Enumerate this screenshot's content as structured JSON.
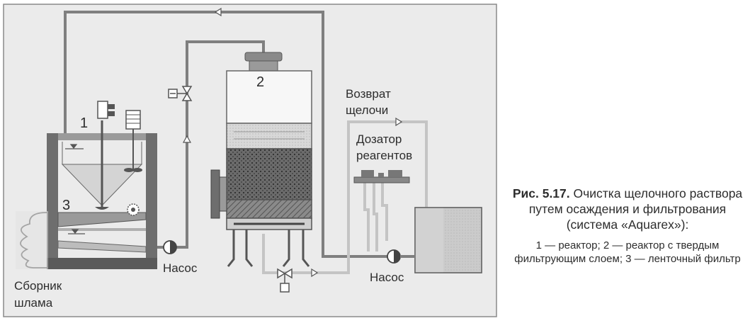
{
  "diagram": {
    "labels": {
      "reactor1": "1",
      "reactor2": "2",
      "filter3": "3",
      "return_alkali_line1": "Возврат",
      "return_alkali_line2": "щелочи",
      "dosing_line1": "Дозатор",
      "dosing_line2": "реагентов",
      "pump_left": "Насос",
      "pump_right": "Насос",
      "sludge_line1": "Сборник",
      "sludge_line2": "шлама"
    }
  },
  "caption": {
    "figure_number": "Рис. 5.17.",
    "title": "Очистка щелочного раствора путем осаждения и фильтрования (система «Aquarex»):",
    "legend": "1 — реактор; 2 — реактор с твердым фильтрующим слоем; 3 — ленточный фильтр"
  },
  "colors": {
    "frame": "#8a8a8a",
    "panel": "#ebebeb",
    "pipe": "#7f7f7f",
    "pipe_light": "#c4c4c4",
    "dark_fill": "#5a5a5a",
    "text": "#2d2d2d"
  },
  "icons": [
    "motor-icon",
    "pump-icon",
    "valve-icon",
    "flow-arrow-icon",
    "liquid-level-icon"
  ]
}
